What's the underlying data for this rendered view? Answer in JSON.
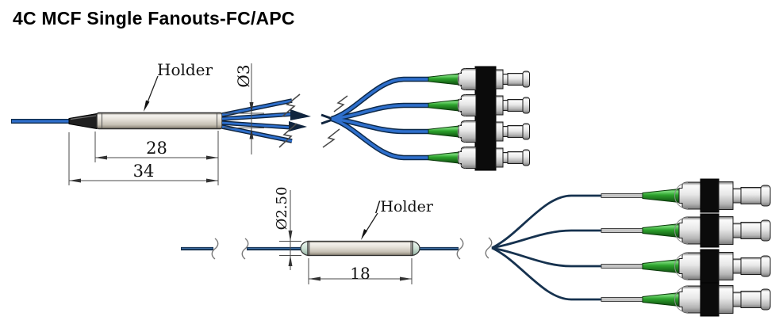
{
  "title": "4C MCF Single Fanouts-FC/APC",
  "top_drawing": {
    "holder_label": "Holder",
    "dim_holder_length": "28",
    "dim_total_length": "34",
    "dim_diameter": "Ø3",
    "connector_count": 4,
    "connector_type": "FC/APC"
  },
  "bottom_drawing": {
    "holder_label": "/Holder",
    "dim_holder_length": "18",
    "dim_diameter": "Ø2.50",
    "connector_count": 4,
    "connector_type": "FC/APC"
  },
  "colors": {
    "fiber_blue": "#2e6fcc",
    "fiber_navy": "#14304f",
    "boot_green": "#2da32d",
    "adapter_black": "#0b0b0b",
    "metal_silver": "#d9d5cd",
    "dimension_line": "#4a4a4a"
  }
}
